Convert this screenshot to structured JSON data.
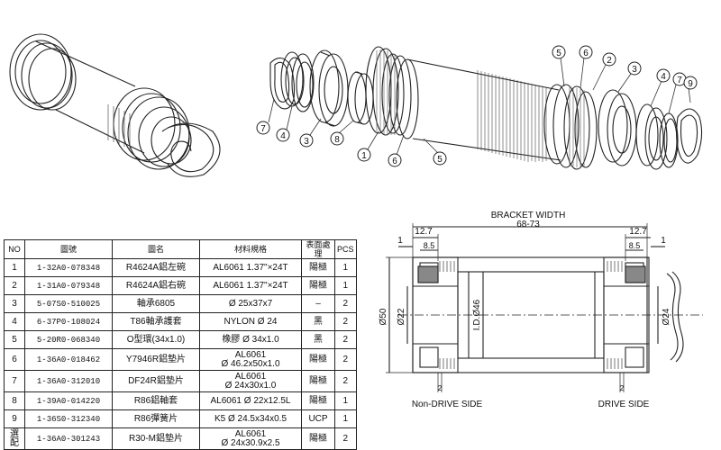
{
  "callouts": [
    "7",
    "4",
    "3",
    "8",
    "1",
    "6",
    "5",
    "5",
    "6",
    "2",
    "3",
    "4",
    "7",
    "9"
  ],
  "table": {
    "headers": [
      "NO",
      "圖號",
      "圖名",
      "材料規格",
      "表面處理",
      "PCS"
    ],
    "rows": [
      [
        "1",
        "1-32A0-078348",
        "R4624A鋁左碗",
        "AL6061 1.37\"×24T",
        "陽極",
        "1"
      ],
      [
        "2",
        "1-31A0-079348",
        "R4624A鋁右碗",
        "AL6061 1.37\"×24T",
        "陽極",
        "1"
      ],
      [
        "3",
        "5-07S0-510025",
        "軸承6805",
        "Ø 25x37x7",
        "–",
        "2"
      ],
      [
        "4",
        "6-37P0-108024",
        "T86軸承護套",
        "NYLON Ø 24",
        "黑",
        "2"
      ],
      [
        "5",
        "5-20R0-068340",
        "O型環(34x1.0)",
        "橡膠 Ø 34x1.0",
        "黑",
        "2"
      ],
      [
        "6",
        "1-36A0-018462",
        "Y7946R鋁墊片",
        "AL6061\nØ 46.2x50x1.0",
        "陽極",
        "2"
      ],
      [
        "7",
        "1-36A0-312010",
        "DF24R鋁墊片",
        "AL6061\nØ 24x30x1.0",
        "陽極",
        "2"
      ],
      [
        "8",
        "1-39A0-014220",
        "R86鋁軸套",
        "AL6061 Ø 22x12.5L",
        "陽極",
        "1"
      ],
      [
        "9",
        "1-36S0-312340",
        "R86彈簧片",
        "K5 Ø 24.5x34x0.5",
        "UCP",
        "1"
      ],
      [
        "選配",
        "1-36A0-301243",
        "R30-M鋁墊片",
        "AL6061\nØ 24x30.9x2.5",
        "陽極",
        "2"
      ]
    ]
  },
  "dims": {
    "bracket_width_label": "BRACKET WIDTH",
    "bracket_width_value": "68-73",
    "left_top": "12.7",
    "right_top": "12.7",
    "one_left": "1",
    "one_right": "1",
    "eight_five_left": "8.5",
    "eight_five_right": "8.5",
    "dia50": "Ø50",
    "dia22": "Ø22",
    "id46": "I.D.Ø46",
    "dia24": "Ø24",
    "two_left": "2",
    "two_right": "2"
  },
  "labels": {
    "non_drive": "Non-DRIVE SIDE",
    "drive": "DRIVE SIDE"
  }
}
